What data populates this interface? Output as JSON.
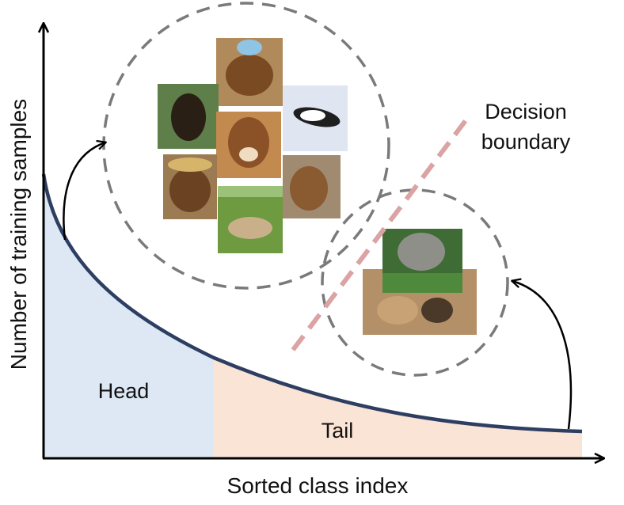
{
  "axes": {
    "x_label": "Sorted class index",
    "y_label": "Number of training samples"
  },
  "regions": {
    "head": {
      "label": "Head",
      "color": "#dde8f4"
    },
    "tail": {
      "label": "Tail",
      "color": "#fae4d6"
    }
  },
  "decision_boundary": {
    "line1": "Decision",
    "line2": "boundary",
    "color": "#dba3a3"
  },
  "curve_color": "#2e3e62",
  "circle_color": "#7a7a7a",
  "head_images": [
    {
      "name": "dog-with-blue-hat-photo",
      "bg": "#b08a5a",
      "fg": "#7a4a22"
    },
    {
      "name": "black-dog-on-grass-photo",
      "bg": "#5f7f4a",
      "fg": "#2a1f14"
    },
    {
      "name": "jumping-dog-in-snow-photo",
      "bg": "#dfe6f2",
      "fg": "#1f1f1f"
    },
    {
      "name": "golden-retriever-photo",
      "bg": "#c28a4e",
      "fg": "#8a5226"
    },
    {
      "name": "dog-with-straw-hat-photo",
      "bg": "#9c7a52",
      "fg": "#6b4323"
    },
    {
      "name": "shepherd-dog-photo",
      "bg": "#a08b70",
      "fg": "#8a5a30"
    },
    {
      "name": "puppy-on-grass-photo",
      "bg": "#6e9a40",
      "fg": "#c9b08a"
    }
  ],
  "tail_images": [
    {
      "name": "elephant-in-foliage-photo",
      "bg": "#3f6b34",
      "fg": "#8f8f8a"
    },
    {
      "name": "elephants-in-field-photo",
      "bg": "#b49068",
      "fg": "#4a3828"
    }
  ]
}
